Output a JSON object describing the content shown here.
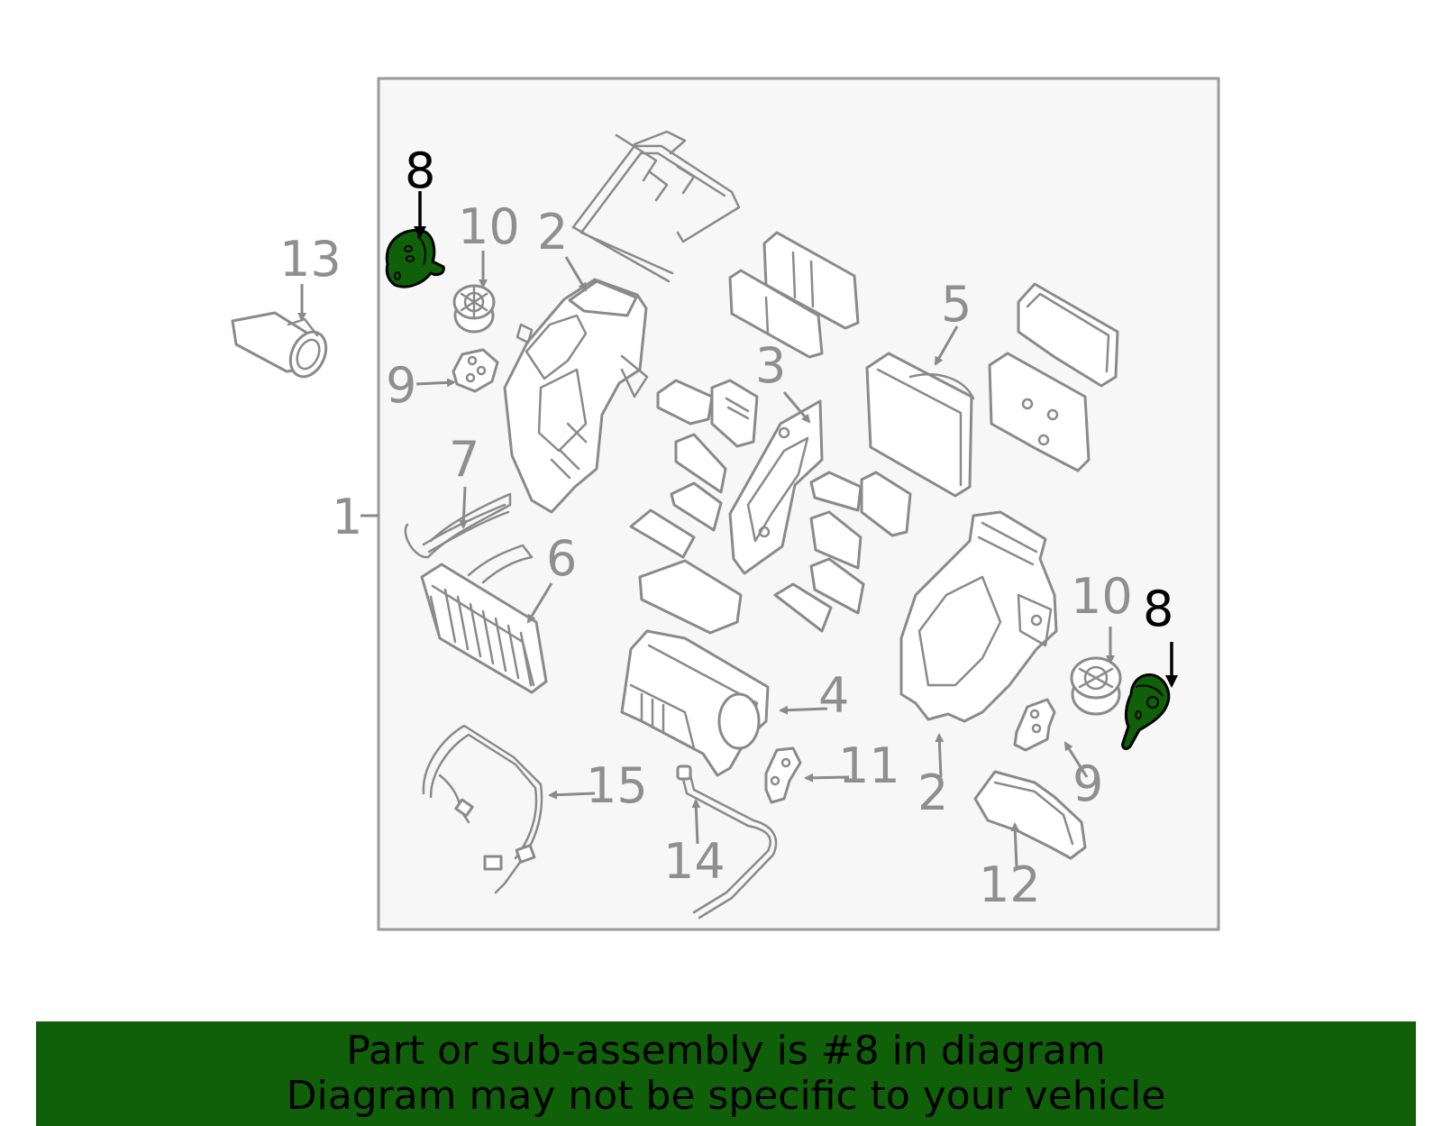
{
  "colors": {
    "highlight": "#0f6008",
    "line": "#8a8a8a",
    "frame_fill": "#f7f7f7"
  },
  "labels": {
    "l1": "1",
    "l2a": "2",
    "l2b": "2",
    "l3": "3",
    "l4": "4",
    "l5": "5",
    "l6": "6",
    "l7": "7",
    "l8a": "8",
    "l8b": "8",
    "l9a": "9",
    "l9b": "9",
    "l10a": "10",
    "l10b": "10",
    "l11": "11",
    "l12": "12",
    "l13": "13",
    "l14": "14",
    "l15": "15"
  },
  "banner": {
    "line1": "Part or sub-assembly is #8 in diagram",
    "line2": "Diagram may not be specific to your vehicle"
  }
}
